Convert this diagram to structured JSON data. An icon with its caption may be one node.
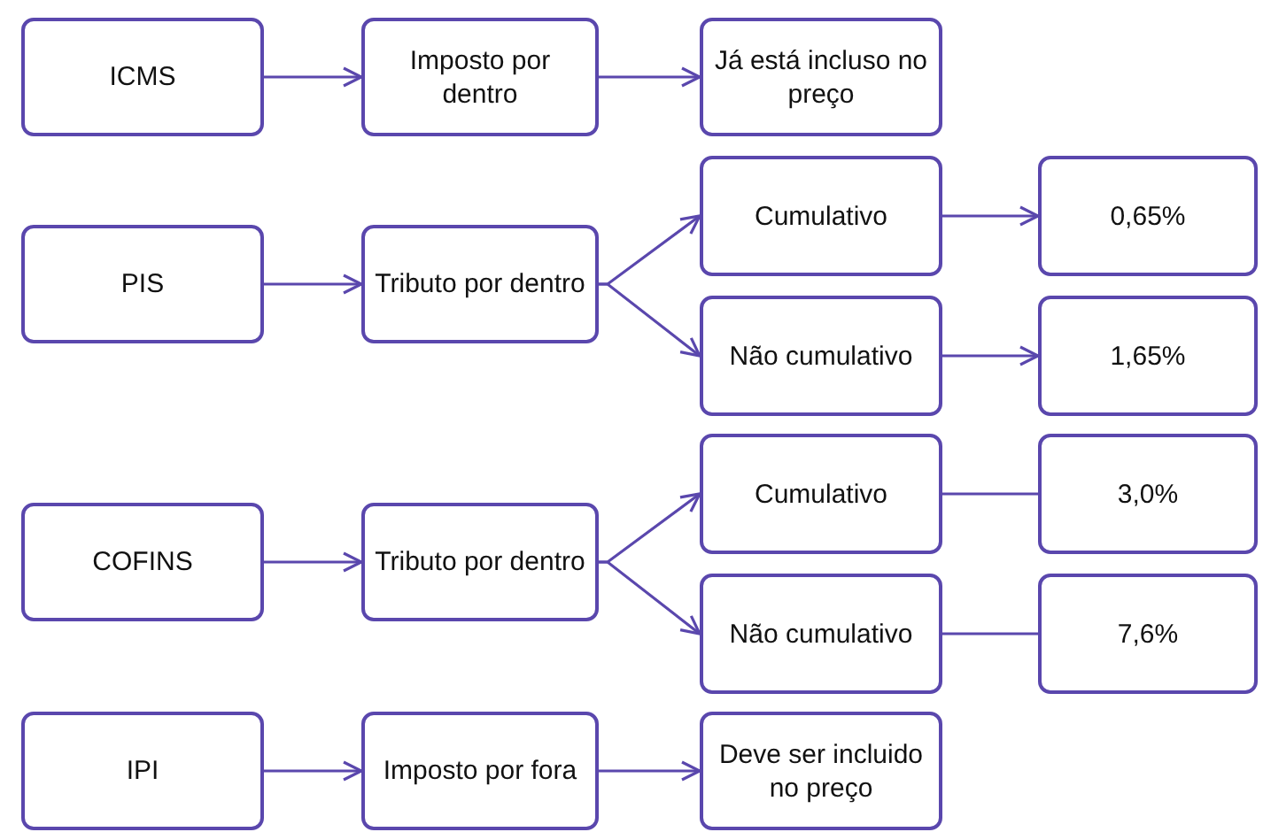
{
  "diagram": {
    "nodes": [
      {
        "text": [
          "ICMS"
        ]
      },
      {
        "text": [
          "Imposto por dentro"
        ]
      },
      {
        "text": [
          "Já está incluso no preço"
        ]
      },
      {
        "text": [
          "PIS"
        ]
      },
      {
        "text": [
          "Tributo por dentro"
        ]
      },
      {
        "text": [
          "Cumulativo"
        ]
      },
      {
        "text": [
          "0,65%"
        ]
      },
      {
        "text": [
          "Não cumulativo"
        ]
      },
      {
        "text": [
          "1,65%"
        ]
      },
      {
        "text": [
          "COFINS"
        ]
      },
      {
        "text": [
          "Tributo por dentro"
        ]
      },
      {
        "text": [
          "Cumulativo"
        ]
      },
      {
        "text": [
          "3,0%"
        ]
      },
      {
        "text": [
          "Não cumulativo"
        ]
      },
      {
        "text": [
          "7,6%"
        ]
      },
      {
        "text": [
          "IPI"
        ]
      },
      {
        "text": [
          "Imposto por fora"
        ]
      },
      {
        "text": [
          "Deve ser incluido no preço"
        ]
      }
    ],
    "edges": [
      {
        "from": 0,
        "to": 1,
        "arrow": "to"
      },
      {
        "from": 1,
        "to": 2,
        "arrow": "to"
      },
      {
        "from": 3,
        "to": 4,
        "arrow": "to"
      },
      {
        "from": 4,
        "to": 5,
        "arrow": "to"
      },
      {
        "from": 4,
        "to": 7,
        "arrow": "to"
      },
      {
        "from": 5,
        "to": 6,
        "arrow": "to"
      },
      {
        "from": 7,
        "to": 8,
        "arrow": "to"
      },
      {
        "from": 9,
        "to": 10,
        "arrow": "to"
      },
      {
        "from": 10,
        "to": 11,
        "arrow": "to"
      },
      {
        "from": 10,
        "to": 13,
        "arrow": "to"
      },
      {
        "from": 11,
        "to": 12,
        "arrow": "none"
      },
      {
        "from": 13,
        "to": 14,
        "arrow": "none"
      },
      {
        "from": 15,
        "to": 16,
        "arrow": "to"
      },
      {
        "from": 16,
        "to": 17,
        "arrow": "to"
      }
    ]
  }
}
